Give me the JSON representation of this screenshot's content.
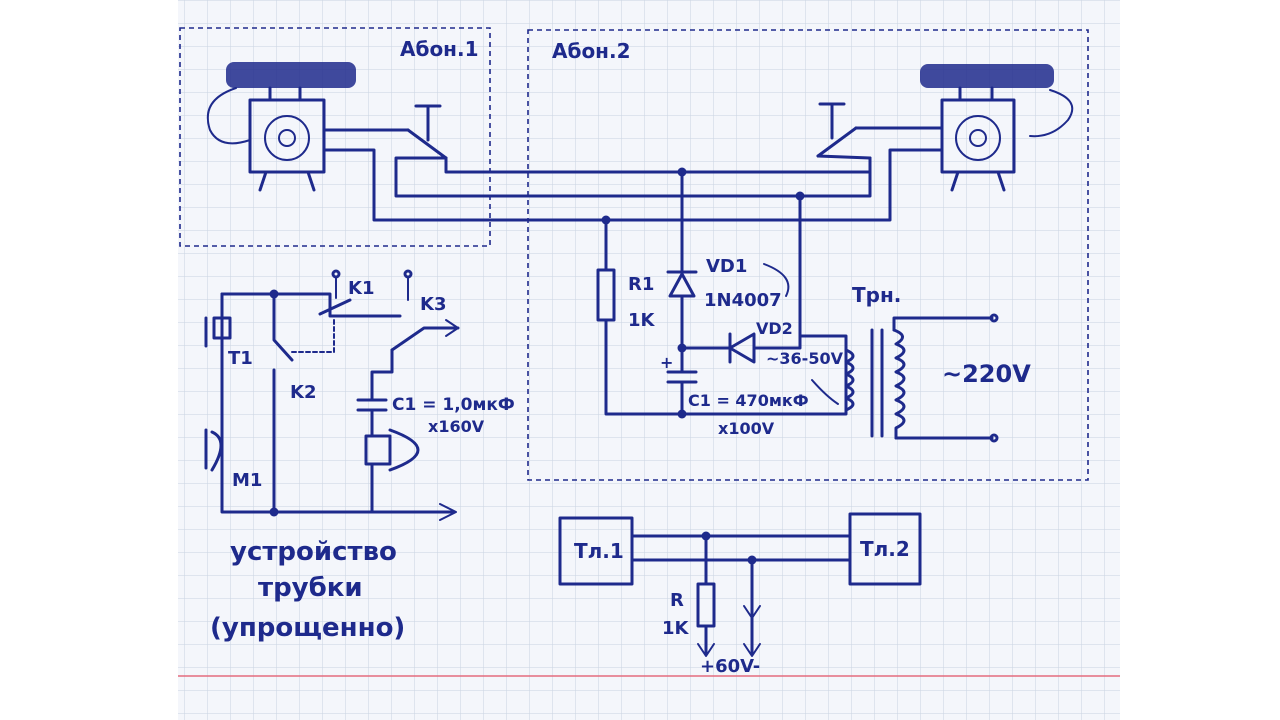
{
  "colors": {
    "ink": "#1e2a8c",
    "grid": "#c9d3e2",
    "margin_line": "#e36b7e",
    "paper": "#f4f6fb"
  },
  "labels": {
    "abon1": "Абон.1",
    "abon2": "Абон.2",
    "k1": "K1",
    "k2": "K2",
    "k3": "K3",
    "t1": "T1",
    "m1": "M1",
    "c1_left": "C1 = 1,0мкФ",
    "c1_left_v": "x160V",
    "r1": "R1",
    "r1_val": "1K",
    "vd1": "VD1",
    "vd1_type": "1N4007",
    "vd2": "VD2",
    "c1_right": "C1 = 470мкФ",
    "c1_right_v": "x100V",
    "plus": "+",
    "trn": "Трн.",
    "ac_low": "~36-50V",
    "ac_high": "~220V",
    "tl1": "Тл.1",
    "tl2": "Тл.2",
    "r_bottom": "R",
    "r_bottom_val": "1K",
    "supply": "+60V-",
    "caption_1": "устройство",
    "caption_2": "трубки",
    "caption_3": "(упрощенно)"
  },
  "icons": [
    "telephone-icon",
    "rotary-dial-icon",
    "handset-icon",
    "hook-switch-icon"
  ]
}
